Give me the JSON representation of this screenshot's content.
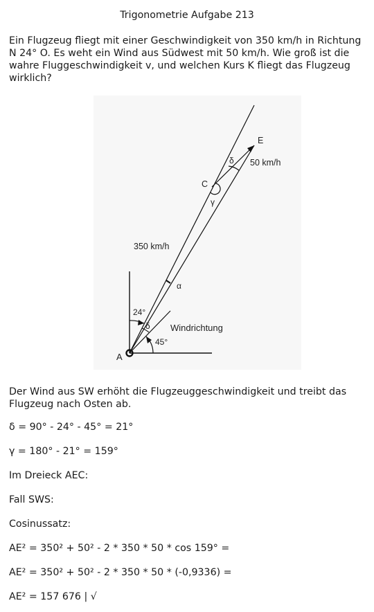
{
  "title": "Trigonometrie Aufgabe 213",
  "problem": "Ein Flugzeug fliegt mit einer Geschwindigkeit von 350 km/h in Richtung N 24° O. Es weht ein Wind aus Südwest mit 50 km/h. Wie groß ist die wahre Fluggeschwindigkeit v, und welchen Kurs K fliegt das Flugzeug wirklich?",
  "figure": {
    "point_a": "A",
    "point_c": "C",
    "point_e": "E",
    "speed_plane": "350 km/h",
    "speed_wind": "50 km/h",
    "angle_24": "24°",
    "angle_45": "45°",
    "delta": "δ",
    "gamma": "γ",
    "alpha": "α",
    "wind_label": "Windrichtung"
  },
  "solution": {
    "intro": "Der Wind aus SW erhöht die Flugzeuggeschwindigkeit und treibt das Flugzeug nach Osten ab.",
    "delta_eq": "δ = 90° - 24° - 45° = 21°",
    "gamma_eq": "γ = 180° - 21° = 159°",
    "triangle": "Im Dreieck AEC:",
    "case": "Fall SWS:",
    "law": "Cosinussatz:",
    "ae_1": "AE² = 350² + 50² - 2 * 350 * 50 * cos 159° =",
    "ae_2": "AE² = 350² + 50² - 2 * 350 * 50 * (-0,9336) =",
    "ae_3": "AE² = 157 676 | √"
  }
}
